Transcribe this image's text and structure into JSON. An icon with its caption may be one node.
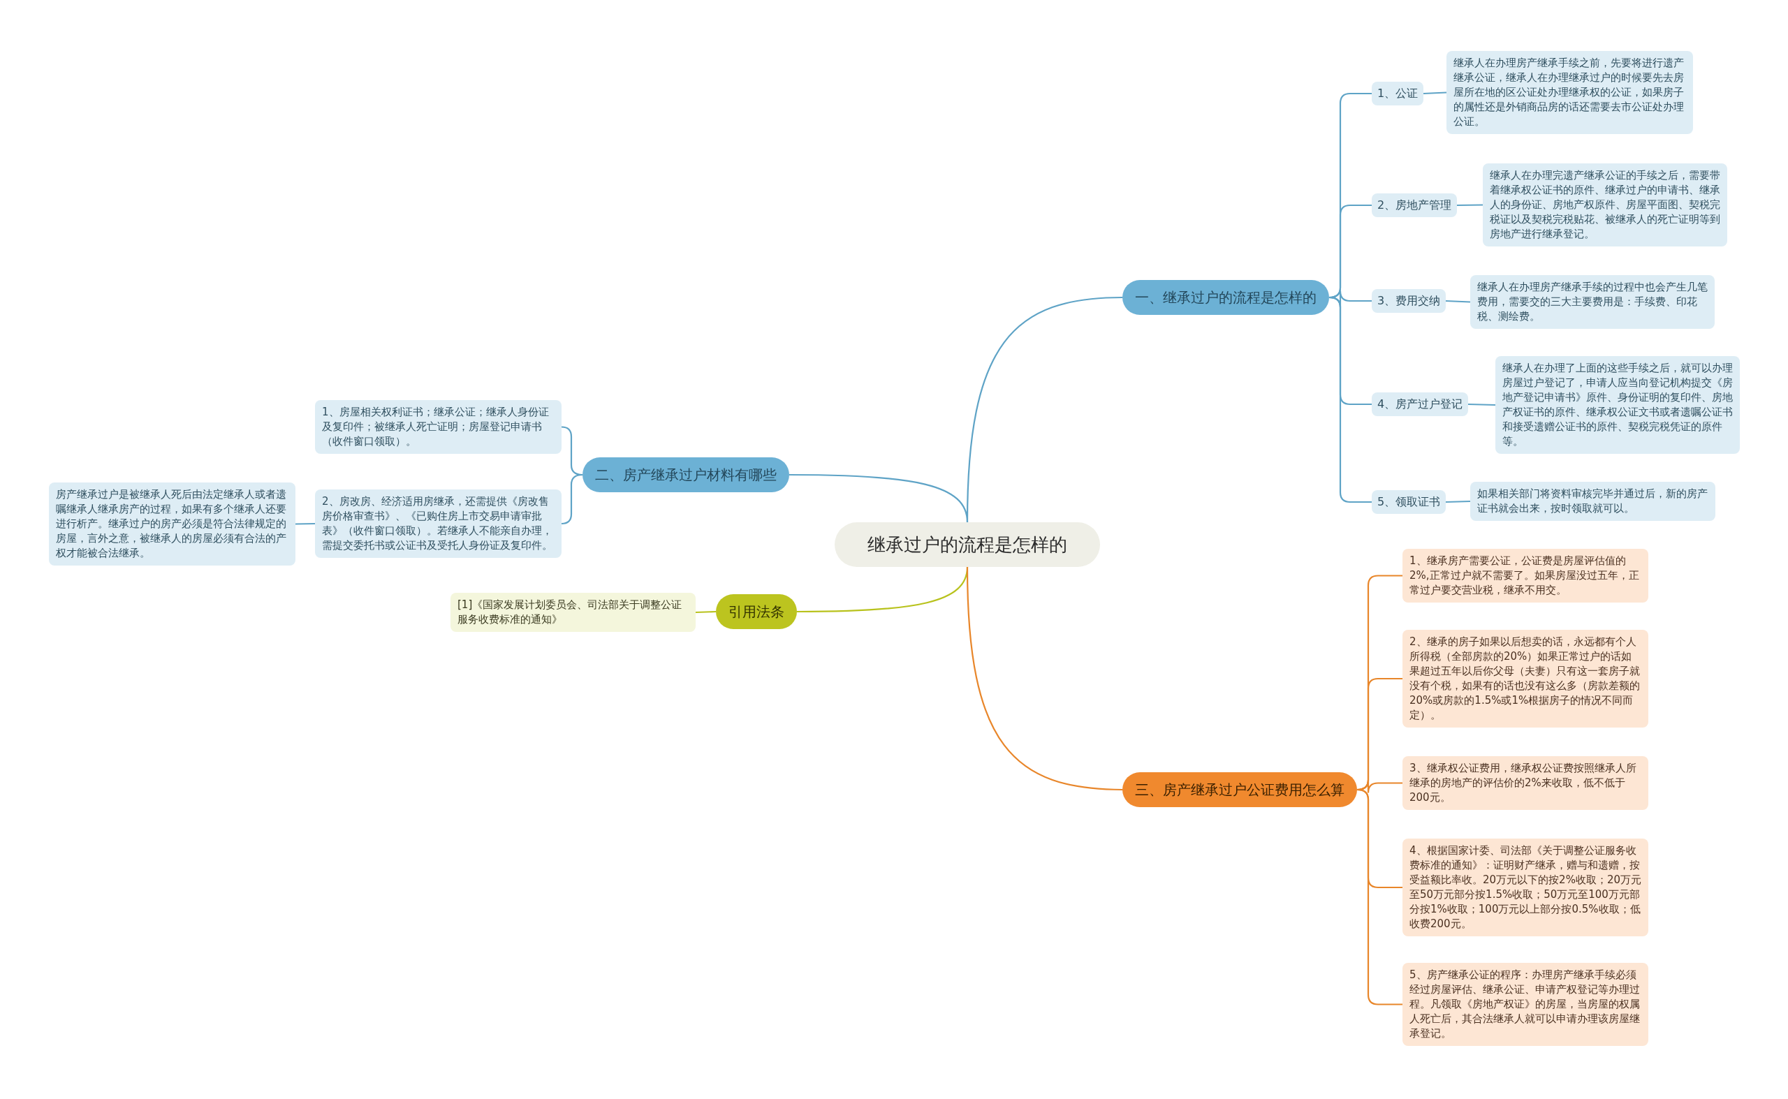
{
  "diagram": {
    "nodes": [
      {
        "text": [
          "继承过户的流程是怎样的"
        ]
      },
      {
        "text": [
          "一、继承过户的流程是怎样的"
        ]
      },
      {
        "text": [
          "1、公证"
        ]
      },
      {
        "text": [
          "继承人在办理房产继承手续之前，先要将进行遗产继承公证，继承人在办理继承过户的时候要先去房屋所在地的区公证处办理继承权的公证，如果房子的属性还是外销商品房的话还需要去市公证处办理公证。"
        ]
      },
      {
        "text": [
          "2、房地产管理"
        ]
      },
      {
        "text": [
          "继承人在办理完遗产继承公证的手续之后，需要带着继承权公证书的原件、继承过户的申请书、继承人的身份证、房地产权原件、房屋平面图、契税完税证以及契税完税贴花、被继承人的死亡证明等到房地产进行继承登记。"
        ]
      },
      {
        "text": [
          "3、费用交纳"
        ]
      },
      {
        "text": [
          "继承人在办理房产继承手续的过程中也会产生几笔费用，需要交的三大主要费用是：手续费、印花税、测绘费。"
        ]
      },
      {
        "text": [
          "4、房产过户登记"
        ]
      },
      {
        "text": [
          "继承人在办理了上面的这些手续之后，就可以办理房屋过户登记了，申请人应当向登记机构提交《房地产登记申请书》原件、身份证明的复印件、房地产权证书的原件、继承权公证文书或者遗嘱公证书和接受遗赠公证书的原件、契税完税凭证的原件等。"
        ]
      },
      {
        "text": [
          "5、领取证书"
        ]
      },
      {
        "text": [
          "如果相关部门将资料审核完毕并通过后，新的房产证书就会出来，按时领取就可以。"
        ]
      },
      {
        "text": [
          "二、房产继承过户材料有哪些"
        ]
      },
      {
        "text": [
          "1、房屋相关权利证书；继承公证；继承人身份证及复印件；被继承人死亡证明；房屋登记申请书（收件窗口领取）。"
        ]
      },
      {
        "text": [
          "2、房改房、经济适用房继承，还需提供《房改售房价格审查书》、《已购住房上市交易申请审批表》（收件窗口领取）。若继承人不能亲自办理，需提交委托书或公证书及受托人身份证及复印件。"
        ]
      },
      {
        "text": [
          "房产继承过户是被继承人死后由法定继承人或者遗嘱继承人继承房产的过程，如果有多个继承人还要进行析产。继承过户的房产必须是符合法律规定的房屋，言外之意，被继承人的房屋必须有合法的产权才能被合法继承。"
        ]
      },
      {
        "text": [
          "引用法条"
        ]
      },
      {
        "text": [
          "[1]《国家发展计划委员会、司法部关于调整公证服务收费标准的通知》"
        ]
      },
      {
        "text": [
          "三、房产继承过户公证费用怎么算"
        ]
      },
      {
        "text": [
          "1、继承房产需要公证，公证费是房屋评估值的2%,正常过户就不需要了。如果房屋没过五年，正常过户要交营业税，继承不用交。"
        ]
      },
      {
        "text": [
          "2、继承的房子如果以后想卖的话，永远都有个人所得税（全部房款的20%）如果正常过户的话如果超过五年以后你父母（夫妻）只有这一套房子就没有个税，如果有的话也没有这么多（房款差额的20%或房款的1.5%或1%根据房子的情况不同而定）。"
        ]
      },
      {
        "text": [
          "3、继承权公证费用，继承权公证费按照继承人所继承的房地产的评估价的2%来收取，低不低于200元。"
        ]
      },
      {
        "text": [
          "4、根据国家计委、司法部《关于调整公证服务收费标准的通知》：证明财产继承，赠与和遗赠，按受益额比率收。20万元以下的按2%收取；20万元至50万元部分按1.5%收取；50万元至100万元部分按1%收取；100万元以上部分按0.5%收取；低收费200元。"
        ]
      },
      {
        "text": [
          "5、房产继承公证的程序：办理房产继承手续必须经过房屋评估、继承公证、申请产权登记等办理过程。凡领取《房地产权证》的房屋，当房屋的权属人死亡后，其合法继承人就可以申请办理该房屋继承登记。"
        ]
      }
    ],
    "edges": [
      {
        "from": 0,
        "to": 1,
        "arrow": "none"
      },
      {
        "from": 1,
        "to": 2,
        "arrow": "none"
      },
      {
        "from": 2,
        "to": 3,
        "arrow": "none"
      },
      {
        "from": 1,
        "to": 4,
        "arrow": "none"
      },
      {
        "from": 4,
        "to": 5,
        "arrow": "none"
      },
      {
        "from": 1,
        "to": 6,
        "arrow": "none"
      },
      {
        "from": 6,
        "to": 7,
        "arrow": "none"
      },
      {
        "from": 1,
        "to": 8,
        "arrow": "none"
      },
      {
        "from": 8,
        "to": 9,
        "arrow": "none"
      },
      {
        "from": 1,
        "to": 10,
        "arrow": "none"
      },
      {
        "from": 10,
        "to": 11,
        "arrow": "none"
      },
      {
        "from": 0,
        "to": 12,
        "arrow": "none"
      },
      {
        "from": 12,
        "to": 13,
        "arrow": "none"
      },
      {
        "from": 12,
        "to": 14,
        "arrow": "none"
      },
      {
        "from": 14,
        "to": 15,
        "arrow": "none"
      },
      {
        "from": 0,
        "to": 16,
        "arrow": "none",
        "color": "#b8c21c"
      },
      {
        "from": 16,
        "to": 17,
        "arrow": "none",
        "color": "#b8c21c"
      },
      {
        "from": 0,
        "to": 18,
        "arrow": "none",
        "color": "#e8862a"
      },
      {
        "from": 18,
        "to": 19,
        "arrow": "none",
        "color": "#e8862a"
      },
      {
        "from": 18,
        "to": 20,
        "arrow": "none",
        "color": "#e8862a"
      },
      {
        "from": 18,
        "to": 21,
        "arrow": "none",
        "color": "#e8862a"
      },
      {
        "from": 18,
        "to": 22,
        "arrow": "none",
        "color": "#e8862a"
      },
      {
        "from": 18,
        "to": 23,
        "arrow": "none",
        "color": "#e8862a"
      }
    ]
  }
}
